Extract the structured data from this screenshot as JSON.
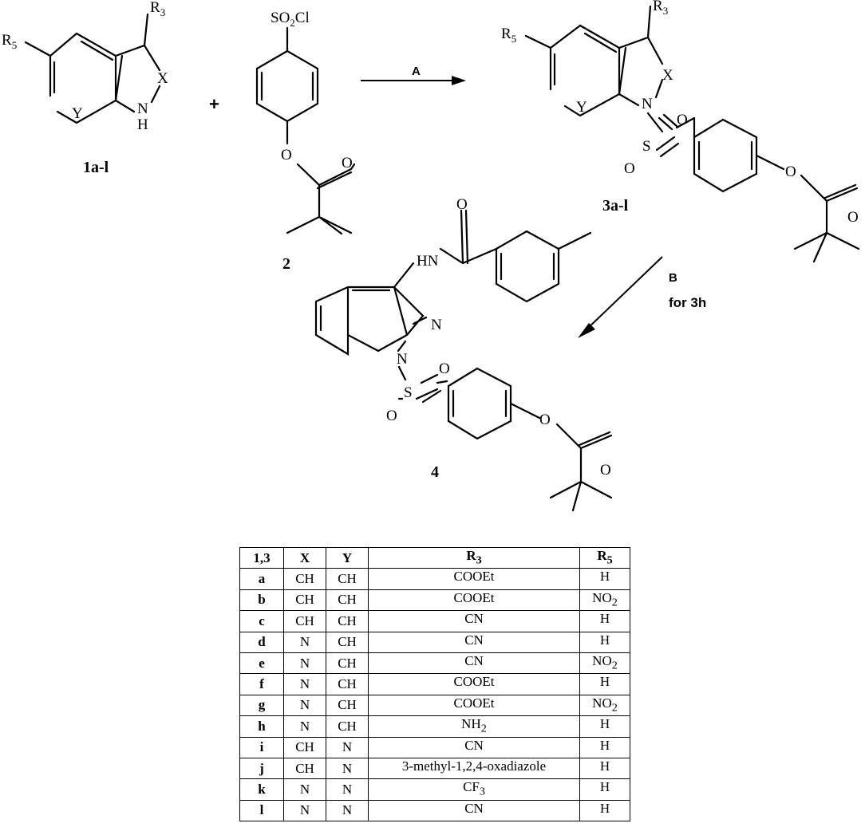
{
  "scheme": {
    "compound1": {
      "r3": "R",
      "r3_sub": "3",
      "r5": "R",
      "r5_sub": "5",
      "x": "X",
      "y": "Y",
      "nh_n": "N",
      "nh_h": "H",
      "label": "1a-l"
    },
    "plus": "+",
    "compound2": {
      "group": "SO",
      "group_sub": "2",
      "group_tail": "Cl",
      "o_ester": "O",
      "o_carbonyl": "O",
      "label": "2"
    },
    "arrow_a": "A",
    "compound3": {
      "r3": "R",
      "r3_sub": "3",
      "r5": "R",
      "r5_sub": "5",
      "x": "X",
      "y": "Y",
      "n": "N",
      "s": "S",
      "o1": "O",
      "o2": "O",
      "o_ester": "O",
      "o_carbonyl": "O",
      "label": "3a-l"
    },
    "arrow_b": "B",
    "arrow_b_note": "for 3h",
    "compound4": {
      "hn": "HN",
      "o_amide": "O",
      "n2": "N",
      "n1": "N",
      "s": "S",
      "o1": "O",
      "o2": "O",
      "o_ester": "O",
      "o_carbonyl": "O",
      "label": "4"
    }
  },
  "table": {
    "headers": {
      "id": "1,3",
      "x": "X",
      "y": "Y",
      "r3": "R",
      "r3_sub": "3",
      "r5": "R",
      "r5_sub": "5"
    },
    "rows": [
      {
        "id": "a",
        "x": "CH",
        "y": "CH",
        "r3": "COOEt",
        "r3_sub": "",
        "r5": "H",
        "r5_sub": ""
      },
      {
        "id": "b",
        "x": "CH",
        "y": "CH",
        "r3": "COOEt",
        "r3_sub": "",
        "r5": "NO",
        "r5_sub": "2"
      },
      {
        "id": "c",
        "x": "CH",
        "y": "CH",
        "r3": "CN",
        "r3_sub": "",
        "r5": "H",
        "r5_sub": ""
      },
      {
        "id": "d",
        "x": "N",
        "y": "CH",
        "r3": "CN",
        "r3_sub": "",
        "r5": "H",
        "r5_sub": ""
      },
      {
        "id": "e",
        "x": "N",
        "y": "CH",
        "r3": "CN",
        "r3_sub": "",
        "r5": "NO",
        "r5_sub": "2"
      },
      {
        "id": "f",
        "x": "N",
        "y": "CH",
        "r3": "COOEt",
        "r3_sub": "",
        "r5": "H",
        "r5_sub": ""
      },
      {
        "id": "g",
        "x": "N",
        "y": "CH",
        "r3": "COOEt",
        "r3_sub": "",
        "r5": "NO",
        "r5_sub": "2"
      },
      {
        "id": "h",
        "x": "N",
        "y": "CH",
        "r3": "NH",
        "r3_sub": "2",
        "r5": "H",
        "r5_sub": ""
      },
      {
        "id": "i",
        "x": "CH",
        "y": "N",
        "r3": "CN",
        "r3_sub": "",
        "r5": "H",
        "r5_sub": ""
      },
      {
        "id": "j",
        "x": "CH",
        "y": "N",
        "r3": "3-methyl-1,2,4-oxadiazole",
        "r3_sub": "",
        "r5": "H",
        "r5_sub": ""
      },
      {
        "id": "k",
        "x": "N",
        "y": "N",
        "r3": "CF",
        "r3_sub": "3",
        "r5": "H",
        "r5_sub": ""
      },
      {
        "id": "l",
        "x": "N",
        "y": "N",
        "r3": "CN",
        "r3_sub": "",
        "r5": "H",
        "r5_sub": ""
      }
    ]
  }
}
